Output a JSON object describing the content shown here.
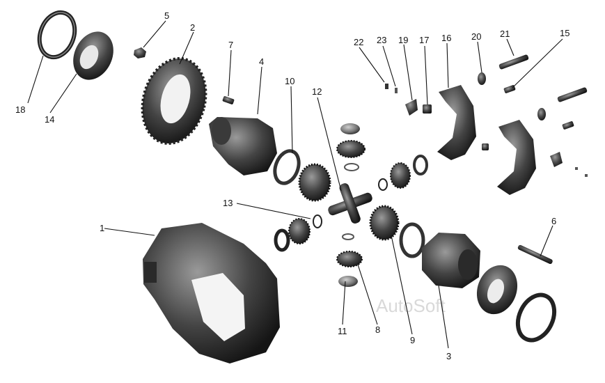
{
  "diagram": {
    "watermark": "AutoSoft",
    "callouts": [
      "1",
      "2",
      "3",
      "4",
      "5",
      "6",
      "7",
      "8",
      "9",
      "10",
      "11",
      "12",
      "13",
      "14",
      "15",
      "16",
      "17",
      "18",
      "19",
      "20",
      "21",
      "22",
      "23"
    ]
  }
}
